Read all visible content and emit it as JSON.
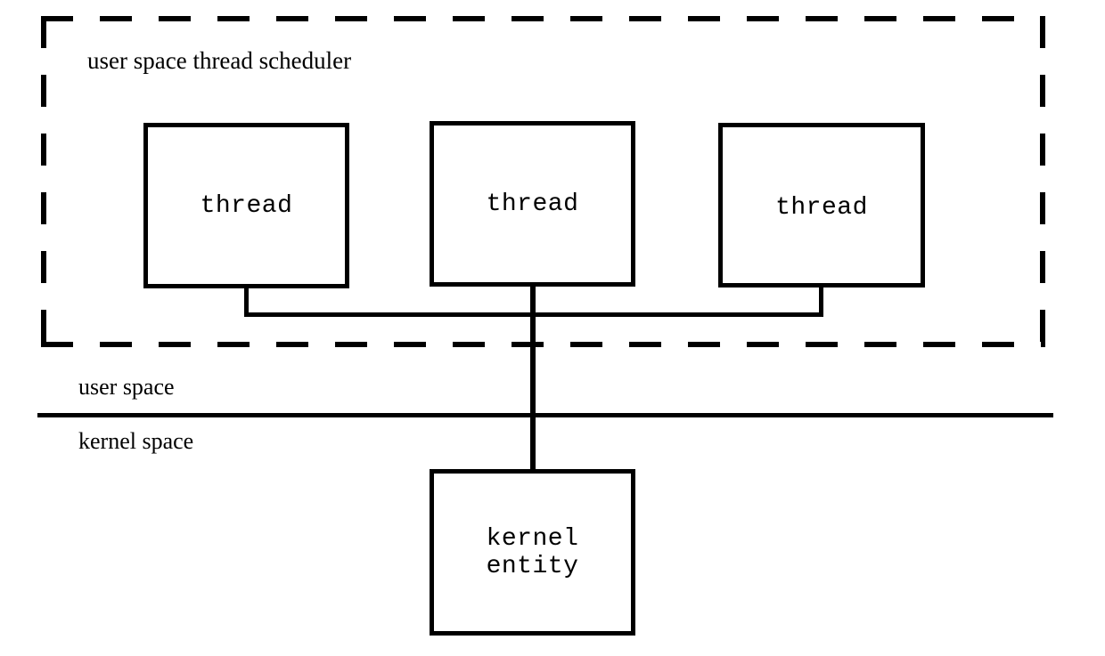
{
  "diagram": {
    "title": "user space thread scheduler",
    "boundary": {
      "style": "dashed",
      "label": "user space thread scheduler"
    },
    "zones": {
      "user_space_label": "user space",
      "kernel_space_label": "kernel space"
    },
    "threads": [
      {
        "label": "thread"
      },
      {
        "label": "thread"
      },
      {
        "label": "thread"
      }
    ],
    "kernel_entity": {
      "label": "kernel\nentity",
      "line1": "kernel",
      "line2": "entity"
    },
    "colors": {
      "stroke": "#000000",
      "background": "#ffffff"
    }
  }
}
